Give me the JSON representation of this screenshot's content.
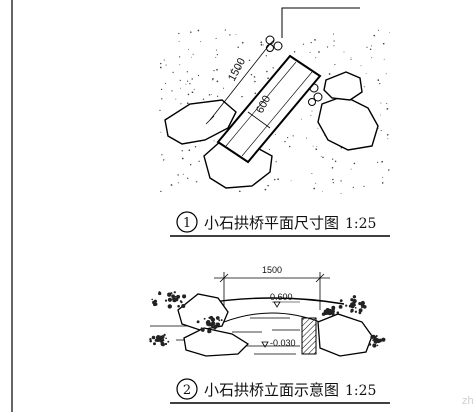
{
  "plan": {
    "number": "1",
    "title": "小石拱桥平面尺寸图",
    "scale": "1:25",
    "length_dim": "1500",
    "width_dim": "600"
  },
  "elevation": {
    "number": "2",
    "title": "小石拱桥立面示意图",
    "scale": "1:25",
    "span_dim": "1500",
    "top_level": "0.600",
    "water_level": "-0.030"
  },
  "watermark": "zh"
}
